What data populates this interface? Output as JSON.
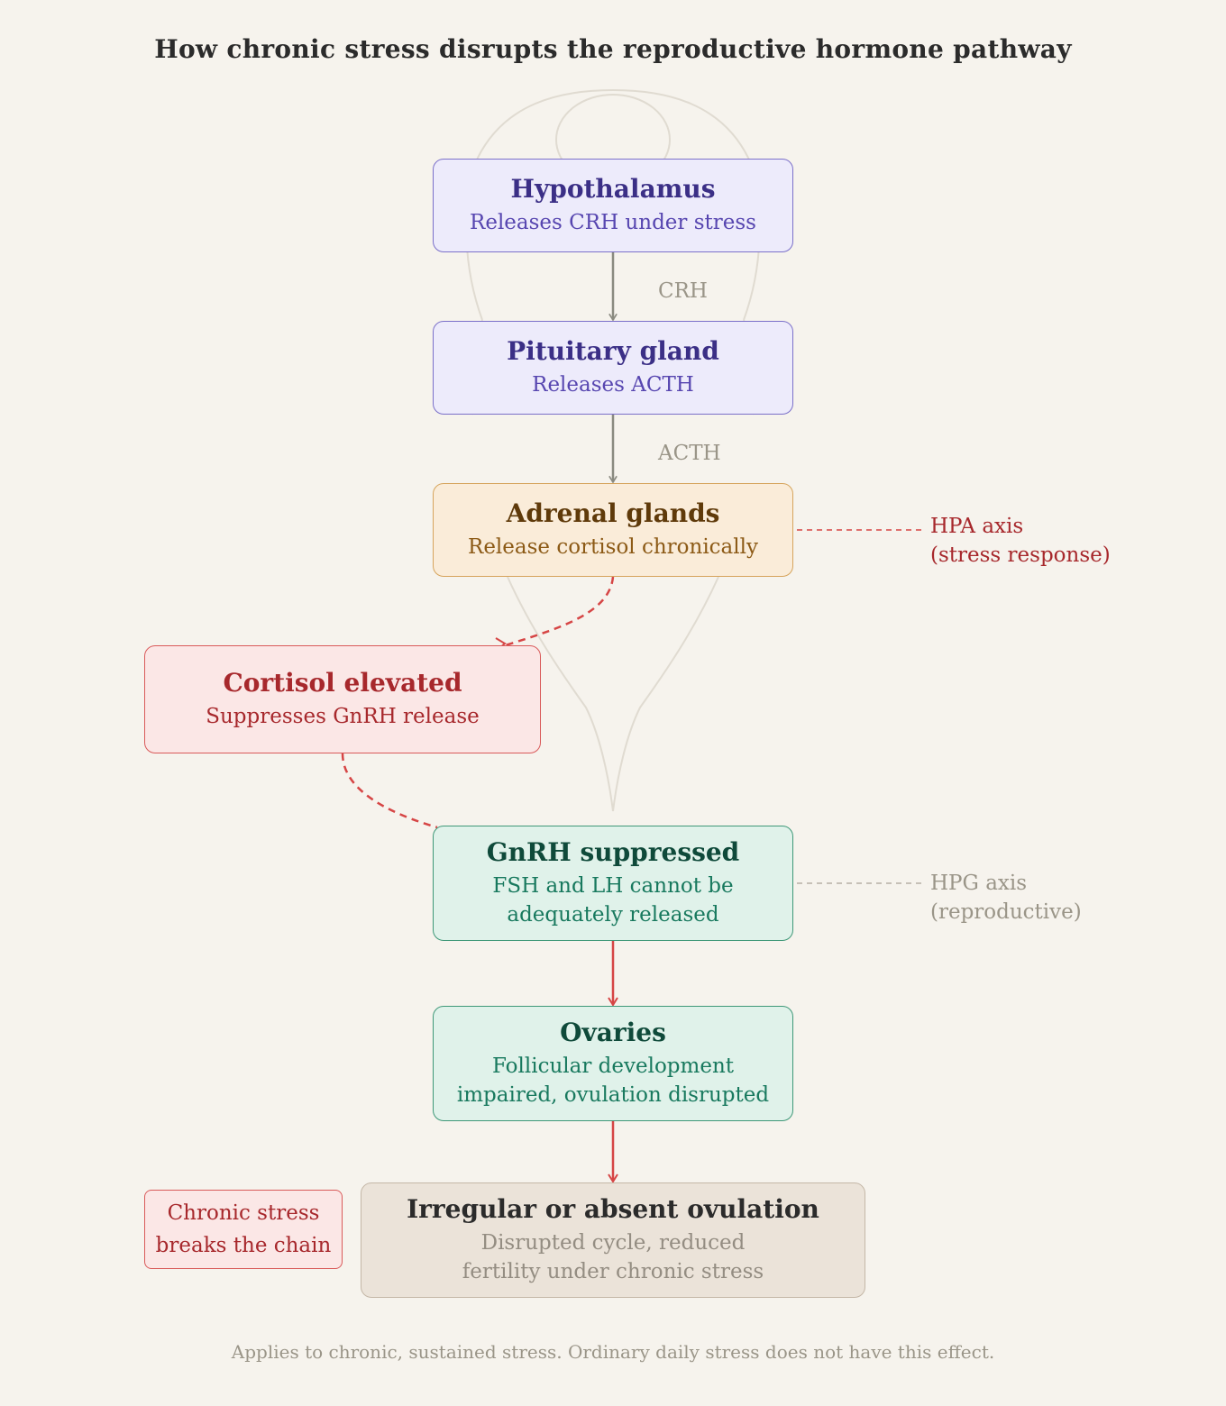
{
  "title": "How chronic stress disrupts the reproductive hormone pathway",
  "nodes": {
    "hypothalamus": {
      "title": "Hypothalamus",
      "subtitle": "Releases CRH under stress"
    },
    "pituitary": {
      "title": "Pituitary gland",
      "subtitle": "Releases ACTH"
    },
    "adrenal": {
      "title": "Adrenal glands",
      "subtitle": "Release cortisol chronically"
    },
    "cortisol": {
      "title": "Cortisol elevated",
      "subtitle": "Suppresses GnRH release"
    },
    "gnrh": {
      "title": "GnRH suppressed",
      "subtitle": "FSH and LH cannot be\nadequately released"
    },
    "ovaries": {
      "title": "Ovaries",
      "subtitle": "Follicular development\nimpaired, ovulation disrupted"
    },
    "outcome": {
      "title": "Irregular or absent ovulation",
      "subtitle": "Disrupted cycle, reduced\nfertility under chronic stress"
    }
  },
  "edges": {
    "crh": "CRH",
    "acth": "ACTH"
  },
  "axes": {
    "hpa": {
      "label": "HPA axis\n(stress response)",
      "color": "#a7282c"
    },
    "hpg": {
      "label": "HPG axis\n(reproductive)",
      "color": "#9a9588"
    }
  },
  "note": "Chronic stress\nbreaks the chain",
  "footer": "Applies to chronic, sustained stress. Ordinary daily stress does not have this effect.",
  "colors": {
    "neutral_arrow": "#8a8a80",
    "stress_arrow": "#d64545",
    "background": "#f6f3ed"
  }
}
